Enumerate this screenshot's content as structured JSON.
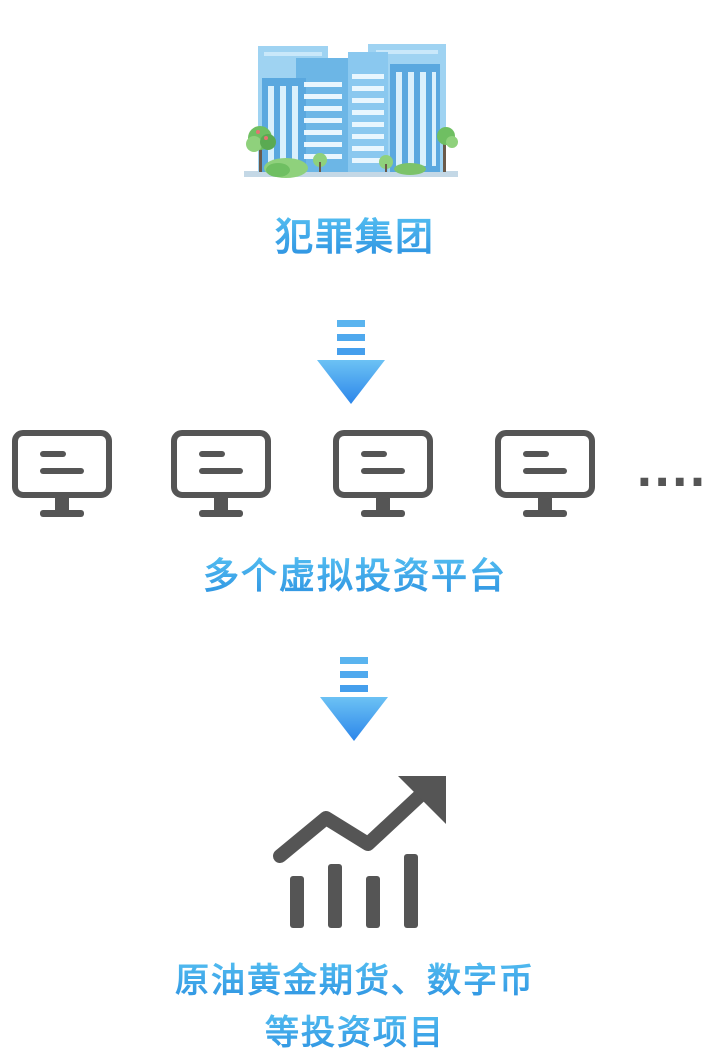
{
  "nodes": {
    "top": {
      "label": "犯罪集团",
      "icon": "office-building-icon"
    },
    "middle": {
      "label": "多个虚拟投资平台",
      "icon": "computer-monitor-icon",
      "monitor_count": 4,
      "overflow_marker": "...."
    },
    "bottom": {
      "label_line1": "原油黄金期货、数字币",
      "label_line2": "等投资项目",
      "icon": "growth-bar-chart-icon"
    }
  },
  "connectors": [
    "down-arrow-icon",
    "down-arrow-icon"
  ],
  "colors": {
    "label_blue": "#2f9fe8",
    "arrow_blue": "#3a95ee",
    "icon_gray": "#555555",
    "building_blue": "#7cc3ec",
    "tree_green": "#7cc36a"
  }
}
